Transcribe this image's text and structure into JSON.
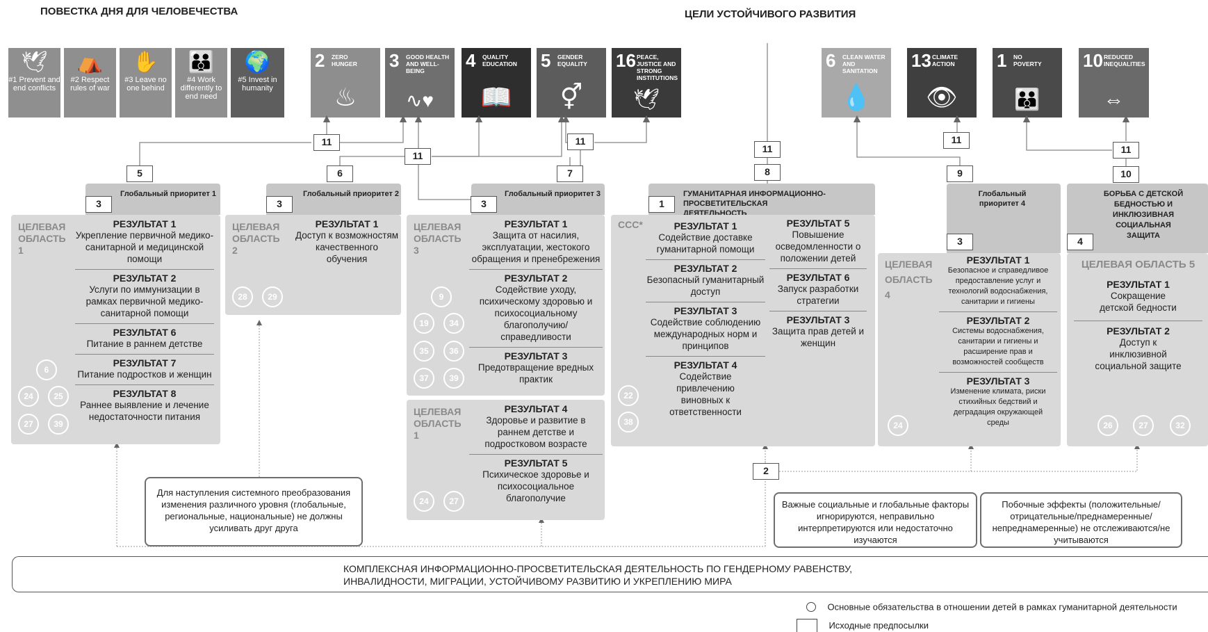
{
  "headers": {
    "left": "ПОВЕСТКА ДНЯ ДЛЯ ЧЕЛОВЕЧЕСТВА",
    "right": "ЦЕЛИ УСТОЙЧИВОГО РАЗВИТИЯ"
  },
  "agenda_tiles": [
    {
      "icon": "dove-handshake-icon",
      "glyph": "🕊",
      "label": "#1 Prevent and end conflicts"
    },
    {
      "icon": "iv-bag-tent-icon",
      "glyph": "⛺",
      "label": "#2 Respect rules of war"
    },
    {
      "icon": "hands-icon",
      "glyph": "✋",
      "label": "#3 Leave no one behind"
    },
    {
      "icon": "people-hands-icon",
      "glyph": "👪",
      "label": "#4 Work differently to end need"
    },
    {
      "icon": "globe-hand-icon",
      "glyph": "🌍",
      "label": "#5 Invest in humanity"
    }
  ],
  "sdg_tiles": [
    {
      "num": "2",
      "name": "ZERO HUNGER",
      "icon": "bowl-icon",
      "glyph": "♨",
      "color": "#8e8e8e"
    },
    {
      "num": "3",
      "name": "GOOD HEALTH AND WELL-BEING",
      "icon": "heartbeat-icon",
      "glyph": "♥",
      "color": "#6f6f6f"
    },
    {
      "num": "4",
      "name": "QUALITY EDUCATION",
      "icon": "book-pencil-icon",
      "glyph": "📖",
      "color": "#2e2e2e"
    },
    {
      "num": "5",
      "name": "GENDER EQUALITY",
      "icon": "gender-equality-icon",
      "glyph": "⚥",
      "color": "#5c5c5c"
    },
    {
      "num": "16",
      "name": "PEACE, JUSTICE AND STRONG INSTITUTIONS",
      "icon": "dove-gavel-icon",
      "glyph": "🕊",
      "color": "#3a3a3a"
    },
    {
      "num": "6",
      "name": "CLEAN WATER AND SANITATION",
      "icon": "water-drop-icon",
      "glyph": "💧",
      "color": "#a9a9a9"
    },
    {
      "num": "13",
      "name": "CLIMATE ACTION",
      "icon": "eye-globe-icon",
      "glyph": "👁",
      "color": "#3f3f3f"
    },
    {
      "num": "1",
      "name": "NO POVERTY",
      "icon": "family-icon",
      "glyph": "👪",
      "color": "#4a4a4a"
    },
    {
      "num": "10",
      "name": "REDUCED INEQUALITIES",
      "icon": "arrows-equal-icon",
      "glyph": "⇔",
      "color": "#6a6a6a"
    }
  ],
  "connectors": {
    "n11": "11",
    "n5": "5",
    "n6": "6",
    "n7": "7",
    "n8": "8",
    "n9": "9",
    "n10": "10",
    "n3": "3",
    "n1": "1",
    "n4": "4",
    "n2": "2"
  },
  "panel1": {
    "tab": "Глобальный приоритет 1",
    "area": "ЦЕЛЕВАЯ ОБЛАСТЬ 1",
    "results": [
      {
        "title": "РЕЗУЛЬТАТ 1",
        "text": "Укрепление первичной медико-санитарной и медицинской помощи"
      },
      {
        "title": "РЕЗУЛЬТАТ 2",
        "text": "Услуги по иммунизации в рамках первичной медико-санитарной помощи"
      },
      {
        "title": "РЕЗУЛЬТАТ 6",
        "text": "Питание в раннем детстве"
      },
      {
        "title": "РЕЗУЛЬТАТ 7",
        "text": "Питание подростков и женщин"
      },
      {
        "title": "РЕЗУЛЬТАТ 8",
        "text": "Раннее выявление и лечение недостаточности питания"
      }
    ],
    "circles": [
      "6",
      "24",
      "25",
      "27",
      "39"
    ]
  },
  "panel2": {
    "tab": "Глобальный приоритет 2",
    "area": "ЦЕЛЕВАЯ ОБЛАСТЬ 2",
    "results": [
      {
        "title": "РЕЗУЛЬТАТ 1",
        "text": "Доступ к возможностям качественного обучения"
      }
    ],
    "circles": [
      "28",
      "29"
    ]
  },
  "panel3": {
    "tab": "Глобальный приоритет 3",
    "area": "ЦЕЛЕВАЯ ОБЛАСТЬ 3",
    "results": [
      {
        "title": "РЕЗУЛЬТАТ 1",
        "text": "Защита от насилия, эксплуатации, жестокого обращения и пренебрежения"
      },
      {
        "title": "РЕЗУЛЬТАТ 2",
        "text": "Содействие уходу, психическому здоровью и психосоциальному благополучию/справедливости"
      },
      {
        "title": "РЕЗУЛЬТАТ 3",
        "text": "Предотвращение вредных практик"
      }
    ],
    "circles": [
      "9",
      "19",
      "34",
      "35",
      "36",
      "37",
      "39"
    ]
  },
  "panel3b": {
    "area": "ЦЕЛЕВАЯ ОБЛАСТЬ 1",
    "results": [
      {
        "title": "РЕЗУЛЬТАТ 4",
        "text": "Здоровье и развитие в раннем детстве и подростковом возрасте"
      },
      {
        "title": "РЕЗУЛЬТАТ 5",
        "text": "Психическое здоровье и психосоциальное благополучие"
      }
    ],
    "circles": [
      "24",
      "27"
    ]
  },
  "panel4": {
    "tab": "ГУМАНИТАРНАЯ ИНФОРМАЦИОННО-ПРОСВЕТИТЕЛЬСКАЯ ДЕЯТЕЛЬНОСТЬ",
    "area": "CCC*",
    "left_results": [
      {
        "title": "РЕЗУЛЬТАТ 1",
        "text": "Содействие доставке гуманитарной помощи"
      },
      {
        "title": "РЕЗУЛЬТАТ 2",
        "text": "Безопасный гуманитарный доступ"
      },
      {
        "title": "РЕЗУЛЬТАТ 3",
        "text": "Содействие соблюдению международных норм и принципов"
      },
      {
        "title": "РЕЗУЛЬТАТ 4",
        "text": "Содействие привлечению виновных к ответственности"
      }
    ],
    "right_results": [
      {
        "title": "РЕЗУЛЬТАТ 5",
        "text": "Повышение осведомленности о положении детей"
      },
      {
        "title": "РЕЗУЛЬТАТ 6",
        "text": "Запуск разработки стратегии"
      },
      {
        "title": "РЕЗУЛЬТАТ 3",
        "text": "Защита прав детей и женщин"
      }
    ],
    "circles": [
      "22",
      "38"
    ]
  },
  "panel5": {
    "tab": "Глобальный приоритет 4",
    "area": "ЦЕЛЕВАЯ ОБЛАСТЬ 4",
    "results": [
      {
        "title": "РЕЗУЛЬТАТ 1",
        "text": "Безопасное и справедливое предоставление услуг и технологий водоснабжения, санитарии и гигиены"
      },
      {
        "title": "РЕЗУЛЬТАТ 2",
        "text": "Системы водоснабжения, санитарии и гигиены и расширение прав и возможностей сообществ"
      },
      {
        "title": "РЕЗУЛЬТАТ 3",
        "text": "Изменение климата, риски стихийных бедствий и деградация окружающей среды"
      }
    ],
    "circles": [
      "24"
    ]
  },
  "panel6": {
    "tab": "БОРЬБА С ДЕТСКОЙ БЕДНОСТЬЮ И ИНКЛЮЗИВНАЯ СОЦИАЛЬНАЯ ЗАЩИТА",
    "area": "ЦЕЛЕВАЯ ОБЛАСТЬ 5",
    "results": [
      {
        "title": "РЕЗУЛЬТАТ 1",
        "text": "Сокращение детской бедности"
      },
      {
        "title": "РЕЗУЛЬТАТ 2",
        "text": "Доступ к инклюзивной социальной защите"
      }
    ],
    "circles": [
      "26",
      "27",
      "32"
    ]
  },
  "notes": {
    "systemic": "Для наступления системного преобразования изменения различного уровня (глобальные, региональные, национальные) не должны усиливать друг друга",
    "factors": "Важные социальные и глобальные факторы игнорируются, неправильно интерпретируются или недостаточно изучаются",
    "side_effects": "Побочные эффекты (положительные/отрицательные/преднамеренные/непреднамеренные) не отслеживаются/не учитываются"
  },
  "bottom_bar": {
    "line1": "КОМПЛЕКСНАЯ ИНФОРМАЦИОННО-ПРОСВЕТИТЕЛЬСКАЯ ДЕЯТЕЛЬНОСТЬ ПО ГЕНДЕРНОМУ РАВЕНСТВУ,",
    "line2": "ИНВАЛИДНОСТИ, МИГРАЦИИ, УСТОЙЧИВОМУ РАЗВИТИЮ И УКРЕПЛЕНИЮ МИРА"
  },
  "legend": {
    "circle": "Основные обязательства в отношении детей в рамках гуманитарной деятельности",
    "box": "Исходные предпосылки"
  }
}
